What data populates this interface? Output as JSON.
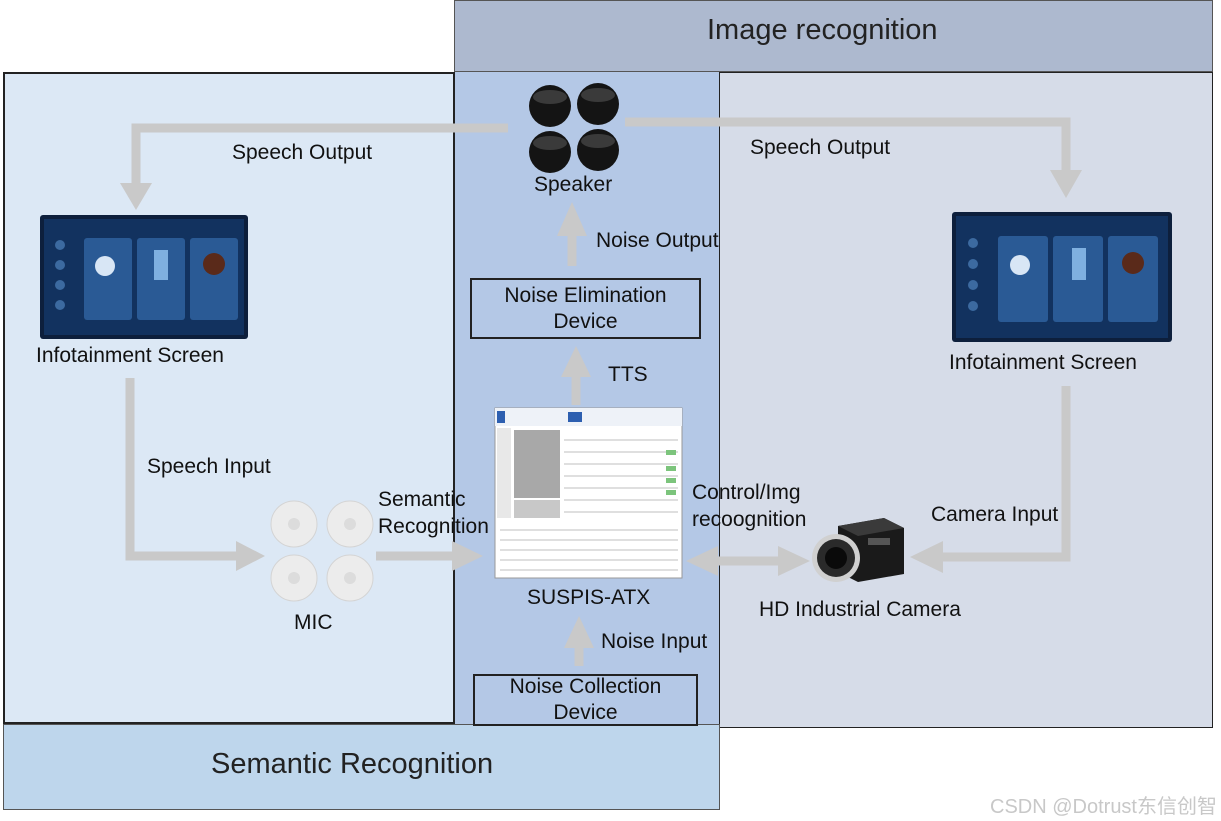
{
  "panels": {
    "image_recognition": {
      "title": "Image recognition",
      "color": "#adb9cf",
      "body_color": "#d6dce8"
    },
    "semantic_recognition": {
      "title": "Semantic Recognition",
      "color": "#bed6ec",
      "body_color": "#dce8f5"
    },
    "center_color": "#b4c8e6"
  },
  "labels": {
    "speech_output_left": "Speech Output",
    "speech_output_right": "Speech Output",
    "speaker": "Speaker",
    "noise_output": "Noise Output",
    "tts": "TTS",
    "infotainment_left": "Infotainment Screen",
    "infotainment_right": "Infotainment Screen",
    "speech_input": "Speech Input",
    "semantic_recognition_arrow": "Semantic\nRecognition",
    "control_img": "Control/Img\nrecoognition",
    "camera_input": "Camera Input",
    "mic": "MIC",
    "suspis": "SUSPIS-ATX",
    "noise_input": "Noise Input",
    "hd_camera": "HD Industrial Camera"
  },
  "boxes": {
    "noise_elimination": "Noise Elimination\nDevice",
    "noise_collection": "Noise Collection\nDevice"
  },
  "watermark": "CSDN @Dotrust东信创智",
  "icons": [
    "speaker-cluster-icon",
    "infotainment-screen-icon",
    "mic-array-icon",
    "software-window-icon",
    "industrial-camera-icon"
  ]
}
